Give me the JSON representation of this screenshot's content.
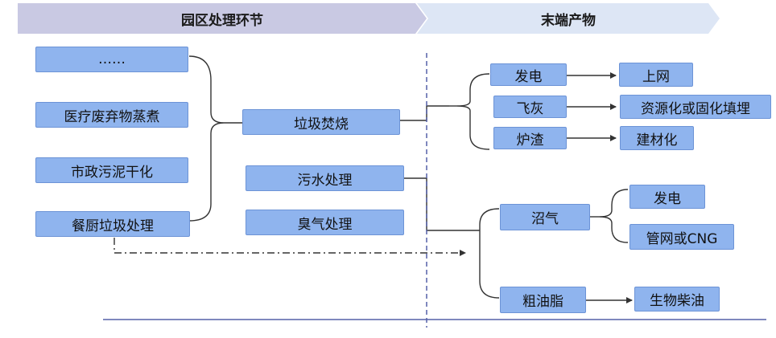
{
  "banners": {
    "left": "园区处理环节",
    "right": "末端产物"
  },
  "sources": {
    "dots": "……",
    "medical": "医疗废弃物蒸煮",
    "municipal": "市政污泥干化",
    "kitchen": "餐厨垃圾处理"
  },
  "processes": {
    "incineration": "垃圾焚烧",
    "sewage": "污水处理",
    "odor": "臭气处理"
  },
  "products": {
    "power": "发电",
    "fly_ash": "飞灰",
    "slag": "炉渣",
    "grid": "上网",
    "fly_ash_use": "资源化或固化填埋",
    "building_material": "建材化",
    "biogas": "沼气",
    "biogas_power": "发电",
    "pipe_cng": "管网或CNG",
    "crude_oil": "粗油脂",
    "biodiesel": "生物柴油"
  }
}
